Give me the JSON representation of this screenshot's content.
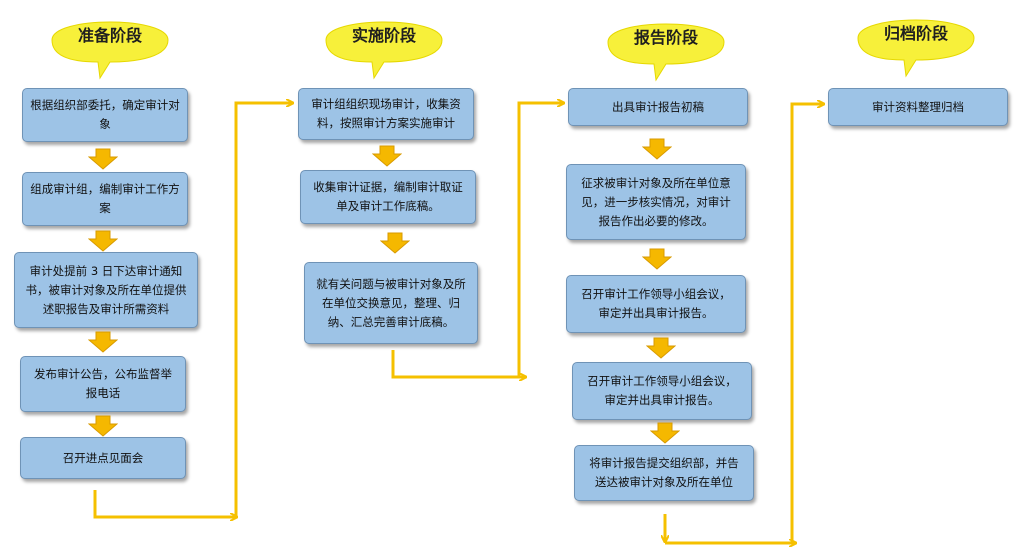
{
  "colors": {
    "box_fill": "#9dc3e6",
    "box_border": "#6f93b6",
    "arrow": "#f5b800",
    "connector": "#f5c000",
    "bubble": "#f7f03a"
  },
  "stages": [
    {
      "title": "准备阶段",
      "steps": [
        "根据组织部委托，确定审计对象",
        "组成审计组，编制审计工作方案",
        "审计处提前 3 日下达审计通知书，被审计对象及所在单位提供述职报告及审计所需资料",
        "发布审计公告，公布监督举报电话",
        "召开进点见面会"
      ]
    },
    {
      "title": "实施阶段",
      "steps": [
        "审计组组织现场审计，收集资料，按照审计方案实施审计",
        "收集审计证据，编制审计取证单及审计工作底稿。",
        "就有关问题与被审计对象及所在单位交换意见，整理、归纳、汇总完善审计底稿。"
      ]
    },
    {
      "title": "报告阶段",
      "steps": [
        "出具审计报告初稿",
        "征求被审计对象及所在单位意见，进一步核实情况，对审计报告作出必要的修改。",
        "召开审计工作领导小组会议，审定并出具审计报告。",
        "召开审计工作领导小组会议，审定并出具审计报告。",
        "将审计报告提交组织部，并告送达被审计对象及所在单位"
      ]
    },
    {
      "title": "归档阶段",
      "steps": [
        "审计资料整理归档"
      ]
    }
  ]
}
